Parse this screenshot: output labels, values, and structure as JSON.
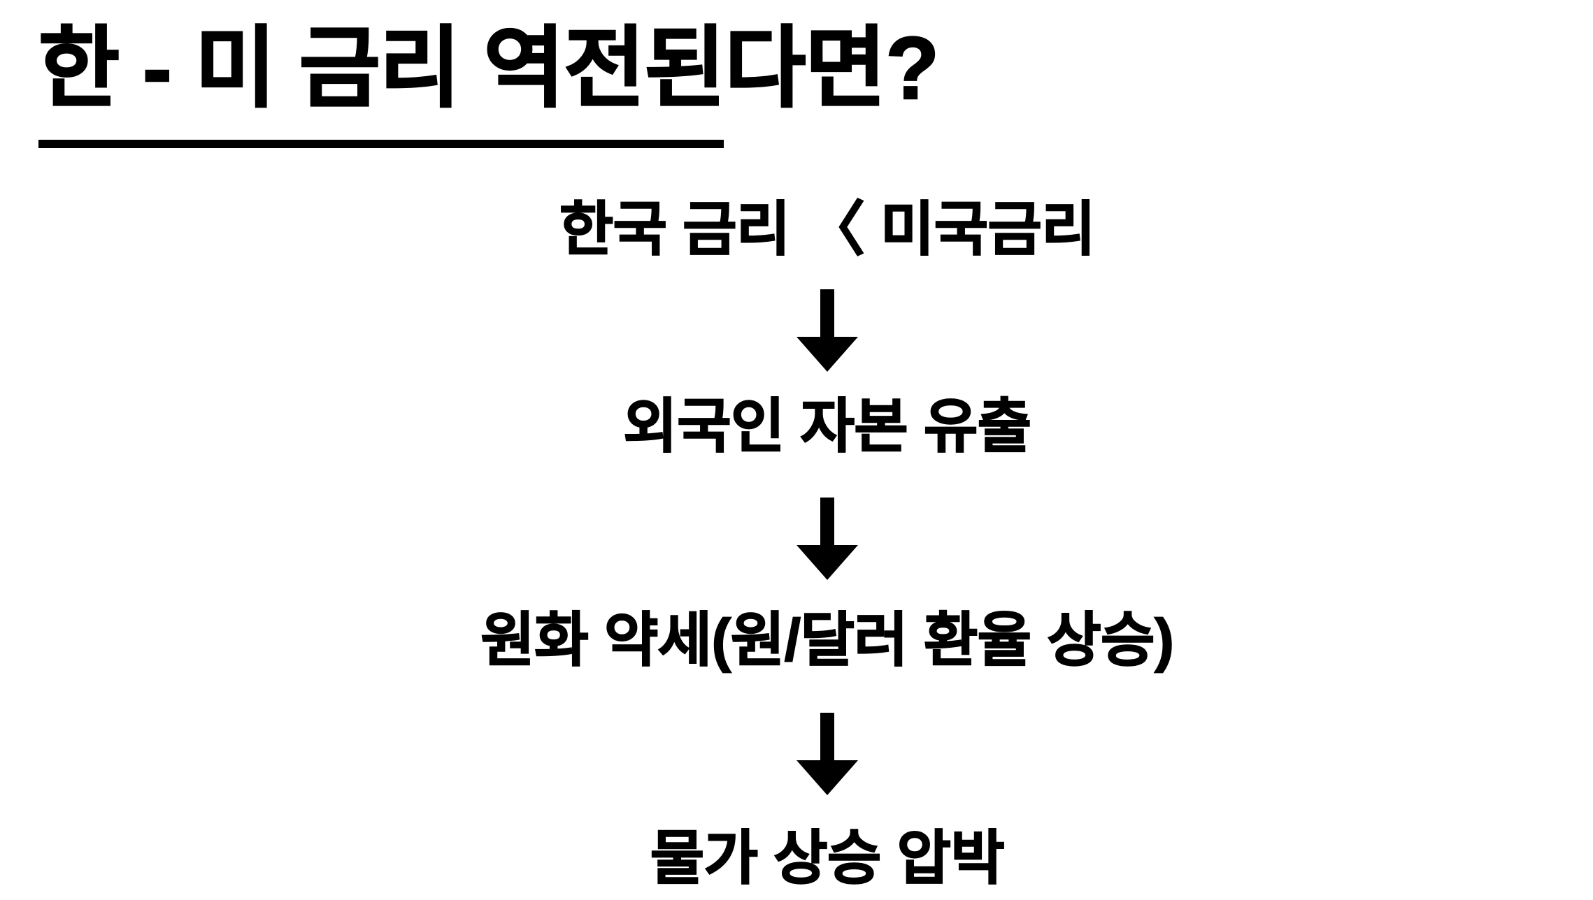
{
  "page": {
    "background_color": "#ffffff",
    "text_color": "#000000"
  },
  "title": {
    "text": "한 - 미 금리 역전된다면?",
    "underlined": true
  },
  "flow": {
    "orientation": "vertical",
    "arrow_icon": "arrow-down-icon",
    "steps": [
      {
        "label": "한국 금리 〈 미국금리"
      },
      {
        "label": "외국인 자본 유출"
      },
      {
        "label": "원화 약세(원/달러 환율 상승)"
      },
      {
        "label": "물가 상승 압박"
      }
    ],
    "connectors": [
      {
        "label": "arrow-down"
      },
      {
        "label": "arrow-down"
      },
      {
        "label": "arrow-down"
      }
    ]
  }
}
